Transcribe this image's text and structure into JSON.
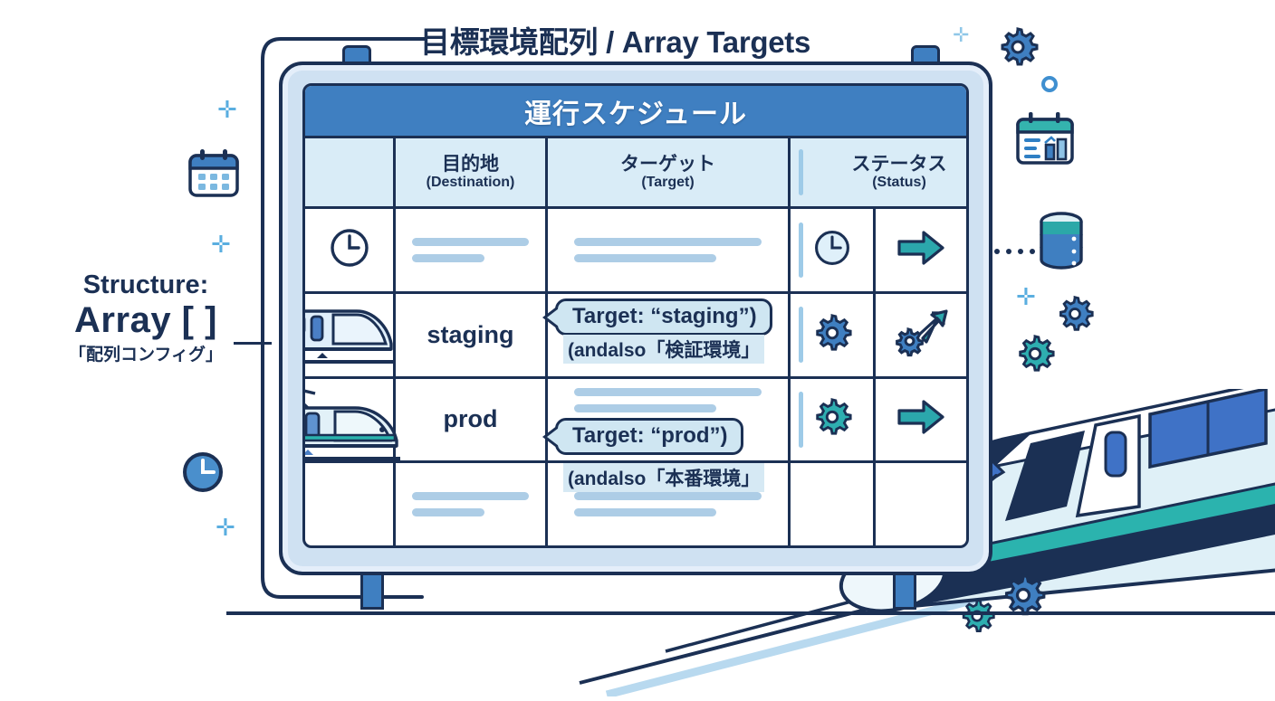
{
  "title": "目標環境配列 / Array Targets",
  "structure": {
    "label": "Structure:",
    "value": "Array [ ]",
    "note": "「配列コンフィグ」"
  },
  "board": {
    "header": "運行スケジュール",
    "columns": [
      {
        "jp": "",
        "en": "",
        "name": "icon"
      },
      {
        "jp": "目的地",
        "en": "(Destination)",
        "name": "destination"
      },
      {
        "jp": "ターゲット",
        "en": "(Target)",
        "name": "target"
      },
      {
        "jp": "ステータス",
        "en": "(Status)",
        "name": "status"
      },
      {
        "jp": "",
        "en": "",
        "name": "status-arrow"
      }
    ],
    "rows": [
      {
        "icon": "clock-icon",
        "destination": "",
        "target": "",
        "status_icon": "clock-icon",
        "status_arrow": "arrow-right-icon",
        "placeholder": true
      },
      {
        "icon": "train-icon",
        "destination": "staging",
        "target": "Target: “staging”)",
        "target_sub": "(andalso「検証環境」",
        "status_icon": "gear-icon",
        "status_arrow": "gear-arrow-up-icon",
        "placeholder": false
      },
      {
        "icon": "train-icon",
        "destination": "prod",
        "target": "Target: “prod”)",
        "target_sub": "(andalso「本番環境」",
        "status_icon": "gear-icon",
        "status_arrow": "arrow-right-icon",
        "placeholder": false
      },
      {
        "icon": "",
        "destination": "",
        "target": "",
        "status_icon": "",
        "status_arrow": "",
        "placeholder": true
      }
    ]
  },
  "decorations": {
    "left": [
      "calendar-icon",
      "clock-icon",
      "plus-icon",
      "plus-icon",
      "plus-icon"
    ],
    "right": [
      "gear-icon",
      "ring-icon",
      "calendar-chart-icon",
      "database-icon",
      "gear-icon",
      "gear-icon",
      "plus-icon",
      "dots-icon"
    ],
    "bottom": [
      "gear-icon",
      "gear-icon"
    ],
    "scene": [
      "shinkansen-train",
      "rail-lines"
    ]
  },
  "colors": {
    "ink": "#1b3054",
    "blue": "#3f7fc1",
    "light_blue": "#cfe1f2",
    "pale_blue": "#d9ecf7",
    "teal": "#2bb3ae",
    "placeholder": "#adcde6",
    "white": "#ffffff"
  }
}
